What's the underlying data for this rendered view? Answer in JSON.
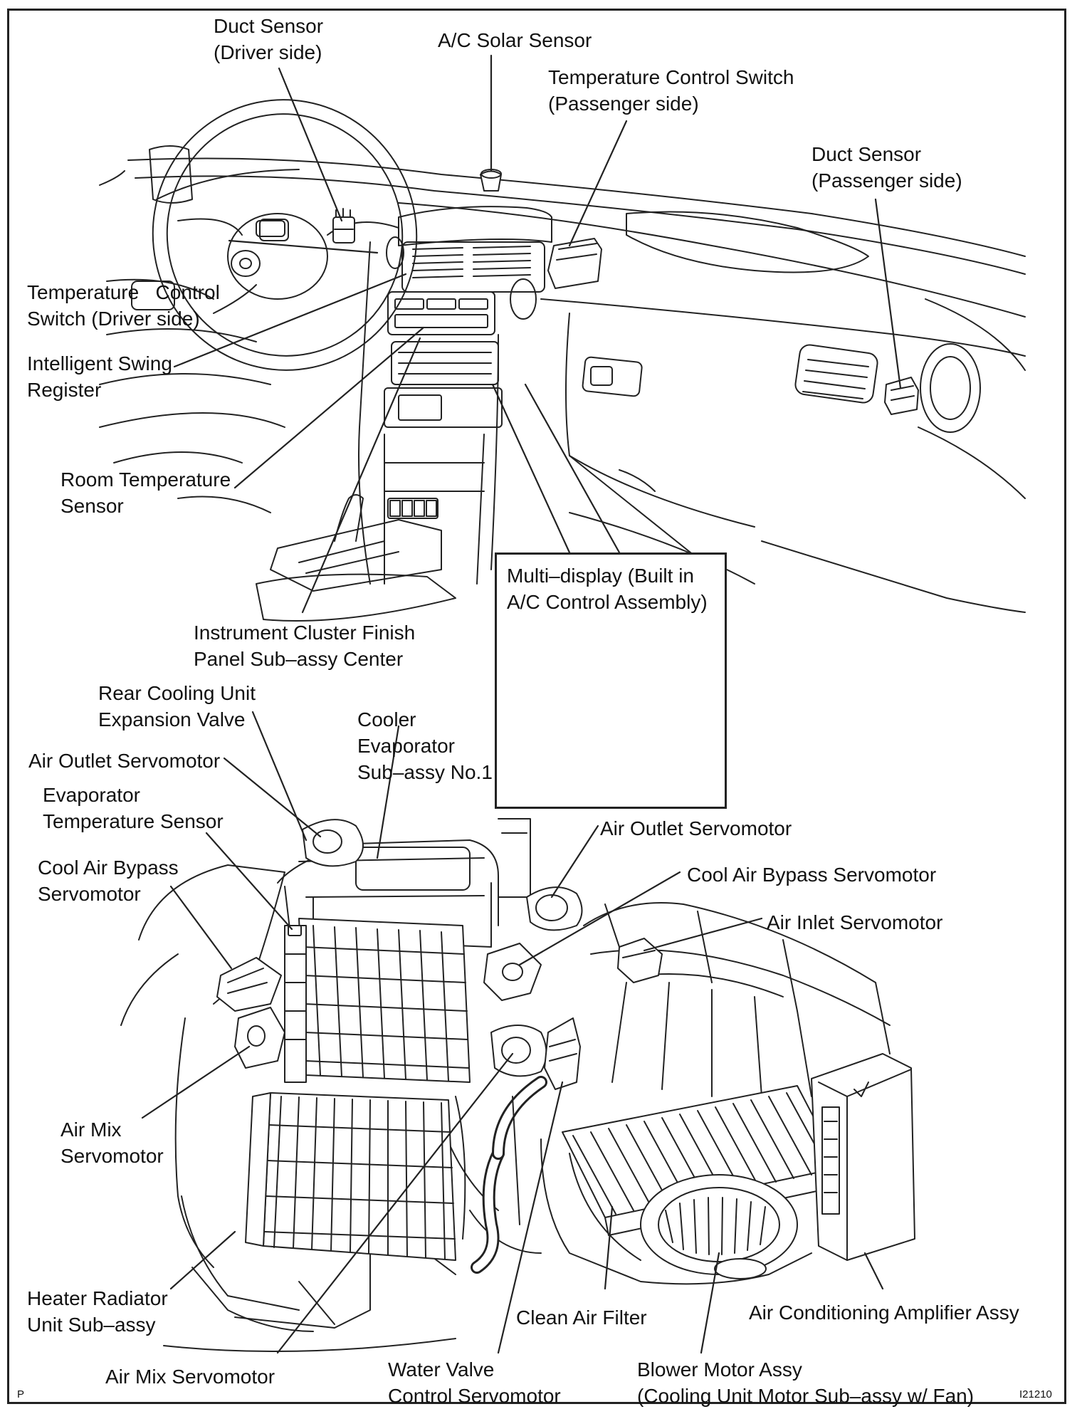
{
  "labels": {
    "duct_sensor_driver": [
      "Duct Sensor",
      "(Driver side)"
    ],
    "ac_solar_sensor": [
      "A/C Solar Sensor"
    ],
    "temp_switch_passenger": [
      "Temperature Control Switch",
      "(Passenger side)"
    ],
    "duct_sensor_passenger": [
      "Duct Sensor",
      "(Passenger side)"
    ],
    "temp_switch_driver": [
      "Temperature   Control",
      "Switch (Driver side)"
    ],
    "intelligent_swing_register": [
      "Intelligent Swing",
      "Register"
    ],
    "room_temp_sensor": [
      "Room Temperature",
      "Sensor"
    ],
    "multi_display": [
      "Multi–display (Built in",
      "A/C Control Assembly)"
    ],
    "instrument_cluster_panel": [
      "Instrument Cluster Finish",
      "Panel Sub–assy Center"
    ],
    "rear_cooling_valve": [
      "Rear Cooling Unit",
      "Expansion Valve"
    ],
    "cooler_evaporator": [
      "Cooler",
      "Evaporator",
      "Sub–assy No.1"
    ],
    "air_outlet_servo_left": [
      "Air Outlet Servomotor"
    ],
    "evaporator_temp_sensor": [
      "Evaporator",
      "Temperature Sensor"
    ],
    "air_outlet_servo_right": [
      "Air Outlet Servomotor"
    ],
    "cool_air_bypass_servo_right": [
      "Cool Air Bypass Servomotor"
    ],
    "cool_air_bypass_servo_left": [
      "Cool Air Bypass",
      "Servomotor"
    ],
    "air_inlet_servo": [
      "Air Inlet Servomotor"
    ],
    "air_mix_servo_upper": [
      "Air Mix",
      "Servomotor"
    ],
    "heater_radiator": [
      "Heater Radiator",
      "Unit Sub–assy"
    ],
    "clean_air_filter": [
      "Clean Air Filter"
    ],
    "ac_amplifier": [
      "Air Conditioning Amplifier Assy"
    ],
    "air_mix_servo_lower": [
      "Air Mix Servomotor"
    ],
    "water_valve_servo": [
      "Water Valve",
      "Control Servomotor"
    ],
    "blower_motor": [
      "Blower Motor Assy",
      "(Cooling Unit Motor Sub–assy w/ Fan)"
    ]
  },
  "corner_marks": {
    "left": "P",
    "right": "I21210"
  }
}
